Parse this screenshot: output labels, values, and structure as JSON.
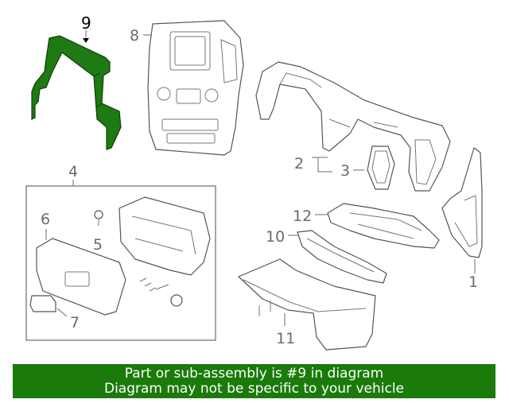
{
  "callouts": {
    "c1": "1",
    "c2": "2",
    "c3": "3",
    "c4": "4",
    "c5": "5",
    "c6": "6",
    "c7": "7",
    "c8": "8",
    "c9": "9",
    "c10": "10",
    "c11": "11",
    "c12": "12"
  },
  "highlight": {
    "part_number": "9",
    "color": "#1a7a0a"
  },
  "banner": {
    "line1": "Part or sub-assembly is #9 in diagram",
    "line2": "Diagram may not be specific to your vehicle",
    "color": "#1a7a0a"
  }
}
